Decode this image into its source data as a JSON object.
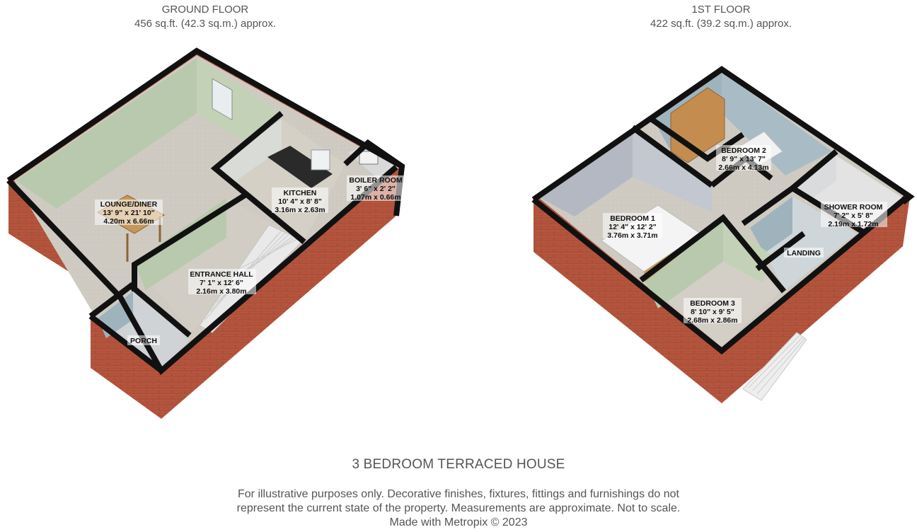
{
  "ground_floor": {
    "title": "GROUND FLOOR",
    "area": "456 sq.ft. (42.3 sq.m.) approx.",
    "rooms": [
      {
        "name": "LOUNGE/DINER",
        "imperial": "13' 9\" x 21' 10\"",
        "metric": "4.20m x 6.66m"
      },
      {
        "name": "KITCHEN",
        "imperial": "10' 4\" x 8' 8\"",
        "metric": "3.16m x 2.63m"
      },
      {
        "name": "BOILER ROOM",
        "imperial": "3' 6\" x 2' 2\"",
        "metric": "1.07m x 0.66m"
      },
      {
        "name": "ENTRANCE HALL",
        "imperial": "7' 1\" x 12' 6\"",
        "metric": "2.16m x 3.80m"
      },
      {
        "name": "PORCH"
      }
    ]
  },
  "first_floor": {
    "title": "1ST FLOOR",
    "area": "422 sq.ft. (39.2 sq.m.) approx.",
    "rooms": [
      {
        "name": "BEDROOM 2",
        "imperial": "8' 9\" x 13' 7\"",
        "metric": "2.66m x 4.13m"
      },
      {
        "name": "BEDROOM 1",
        "imperial": "12' 4\" x 12' 2\"",
        "metric": "3.76m x 3.71m"
      },
      {
        "name": "SHOWER ROOM",
        "imperial": "7' 2\" x 5' 8\"",
        "metric": "2.19m x 1.72m"
      },
      {
        "name": "LANDING"
      },
      {
        "name": "BEDROOM 3",
        "imperial": "8' 10\" x 9' 5\"",
        "metric": "2.68m x 2.86m"
      }
    ]
  },
  "property_title": "3 BEDROOM TERRACED HOUSE",
  "disclaimer": {
    "line1": "For illustrative purposes only. Decorative finishes, fixtures, fittings and furnishings do not",
    "line2": "represent the current state of the property. Measurements are approximate. Not to scale.",
    "line3": "Made with Metropix © 2023"
  },
  "colors": {
    "brick": "#b5553e",
    "wall_top": "#111111",
    "carpet": "#cfcbc2",
    "green_wall": "#b9c9ad",
    "blue_wall": "#9fb3bd",
    "grey_wall": "#b3b8c2"
  }
}
